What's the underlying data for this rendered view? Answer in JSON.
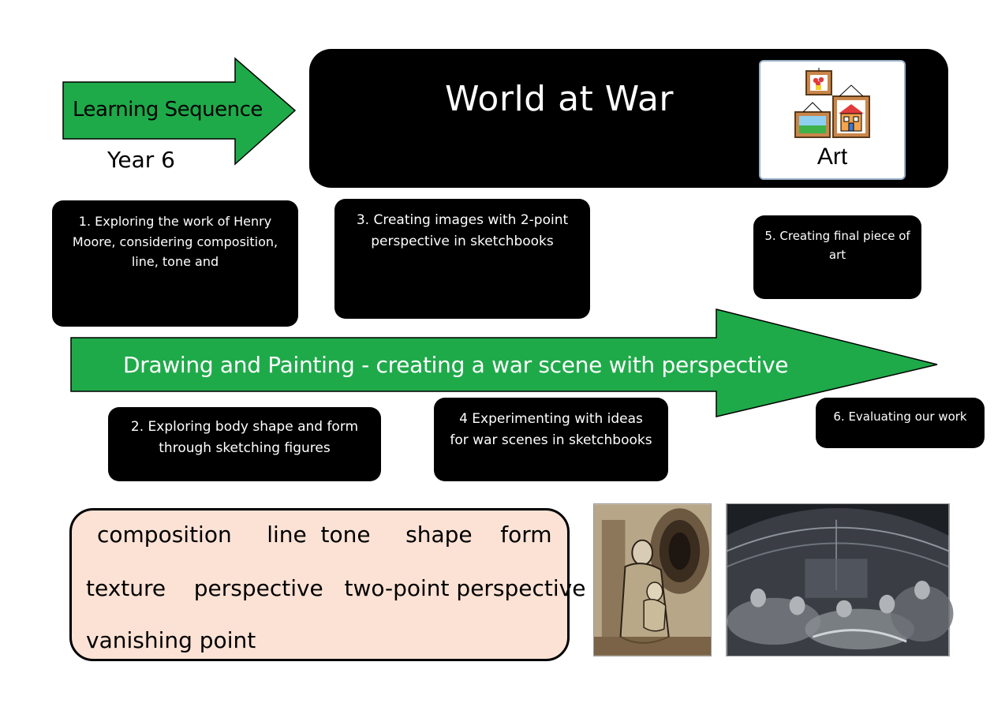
{
  "header": {
    "arrow_label": "Learning Sequence",
    "year": "Year 6",
    "title": "World at War",
    "subject_label": "Art"
  },
  "steps": [
    {
      "text": "1.    Exploring the work of Henry Moore, considering composition, line, tone and"
    },
    {
      "text": "2. Exploring body shape and form through sketching figures"
    },
    {
      "text": "3. Creating images with 2-point perspective in sketchbooks"
    },
    {
      "text": "4 Experimenting with ideas for war scenes in sketchbooks"
    },
    {
      "text": "5.  Creating final piece of art"
    },
    {
      "text": "6.  Evaluating our work"
    }
  ],
  "main_arrow": {
    "label": "Drawing and Painting  - creating a war scene with perspective"
  },
  "vocabulary": {
    "line1": "composition     line  tone     shape    form",
    "line2": "texture    perspective   two-point perspective",
    "line3": "vanishing point"
  },
  "colors": {
    "arrow_green": "#1faa4a",
    "banner_black": "#000000",
    "vocab_bg": "#fbe2d5"
  },
  "icons": {
    "art_card": "art-pictures-icon",
    "artwork_left": "mother-and-child-sketch",
    "artwork_right": "tube-shelter-sketch"
  }
}
